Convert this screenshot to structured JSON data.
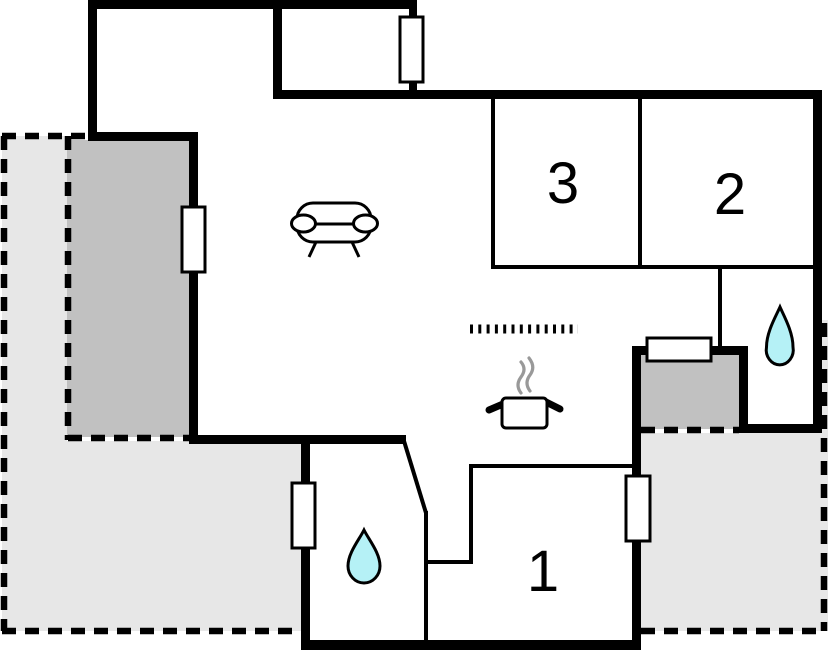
{
  "floorplan": {
    "title": "holiday-home-floor-plan",
    "rooms": [
      {
        "id": "room-1",
        "label": "1"
      },
      {
        "id": "room-2",
        "label": "2"
      },
      {
        "id": "room-3",
        "label": "3"
      }
    ],
    "icons": {
      "sofa": "sofa-icon",
      "cooking_pot": "cooking-pot-icon",
      "steam": "steam-icon",
      "water_drop_bathroom_left": "water-drop-icon",
      "water_drop_bathroom_right": "water-drop-icon",
      "windows": "window-icon",
      "kitchen_divider": "dotted-divider-line"
    },
    "colors": {
      "wall": "#000000",
      "floor": "#ffffff",
      "open_terrace": "#e7e7e7",
      "covered_terrace": "#c1c1c1",
      "water_drop": "#b5f1f6",
      "steam": "#999999"
    }
  }
}
